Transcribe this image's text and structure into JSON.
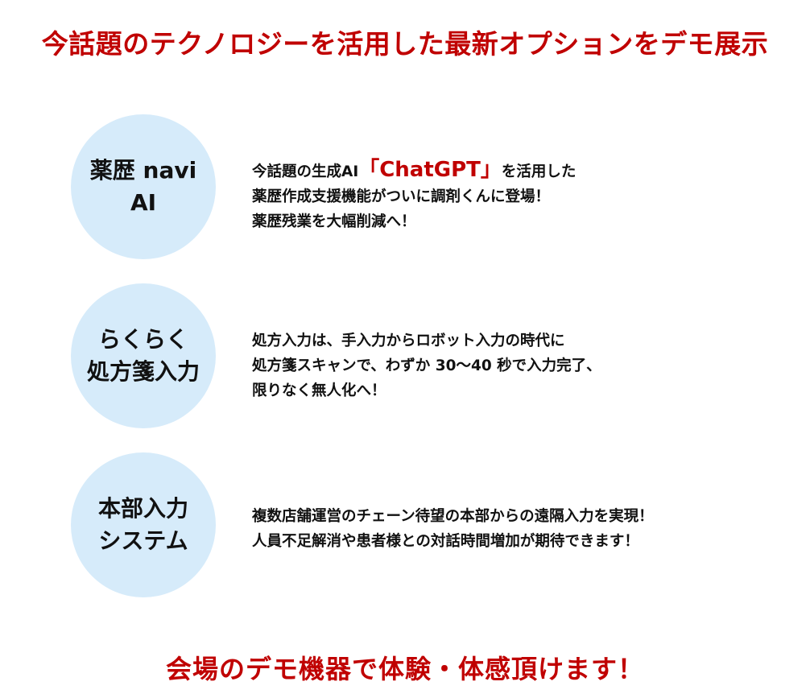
{
  "headline_top": "今話題のテクノロジーを活用した最新オプションをデモ展示",
  "headline_bottom": "会場のデモ機器で体験・体感頂けます！",
  "features": [
    {
      "circle_lines": [
        "薬歴 navi",
        "AI"
      ],
      "desc": {
        "line1_prefix": "今話題の生成AI",
        "line1_highlight": "「ChatGPT」",
        "line1_suffix": "を活用した",
        "line2": "薬歴作成支援機能がついに調剤くんに登場！",
        "line3": "薬歴残業を大幅削減へ！"
      }
    },
    {
      "circle_lines": [
        "らくらく",
        "処方箋入力"
      ],
      "desc": {
        "line1": "処方入力は、手入力からロボット入力の時代に",
        "line2": "処方箋スキャンで、わずか 30～40 秒で入力完了、",
        "line3": "限りなく無人化へ！"
      }
    },
    {
      "circle_lines": [
        "本部入力",
        "システム"
      ],
      "desc": {
        "line1": "複数店舗運営のチェーン待望の本部からの遠隔入力を実現！",
        "line2": "人員不足解消や患者様との対話時間増加が期待できます！"
      }
    }
  ],
  "colors": {
    "accent_red": "#c00000",
    "circle_fill": "#d6ebfa",
    "text": "#111111"
  }
}
